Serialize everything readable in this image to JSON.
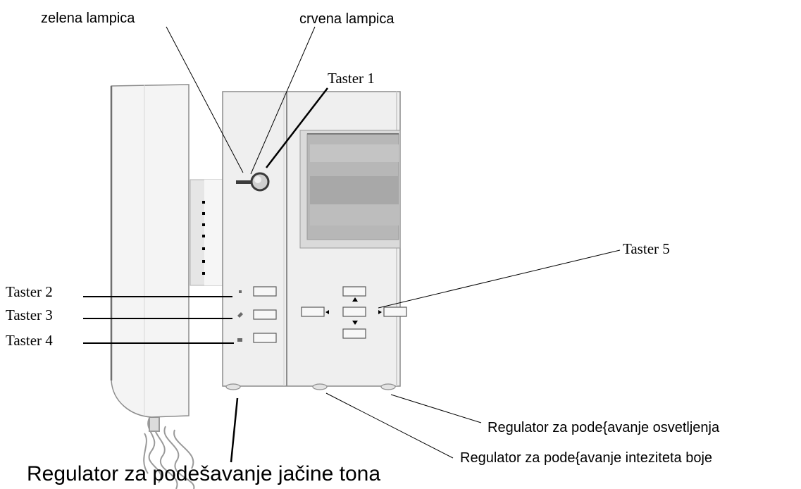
{
  "labels": {
    "green_lamp": "zelena lampica",
    "red_lamp": "crvena lampica",
    "button1": "Taster 1",
    "button2": "Taster 2",
    "button3": "Taster 3",
    "button4": "Taster 4",
    "button5": "Taster 5",
    "brightness_regulator": "Regulator za pode{avanje osvetljenja",
    "color_regulator": "Regulator za pode{avanje inteziteta boje",
    "volume_regulator": "Regulator za podešavanje jačine tona"
  },
  "colors": {
    "lines": "#000000",
    "device_body": "#efefef",
    "handset": "#f4f4f4",
    "screen": "#b7b7b7",
    "button_fill": "#f7f7f7"
  }
}
